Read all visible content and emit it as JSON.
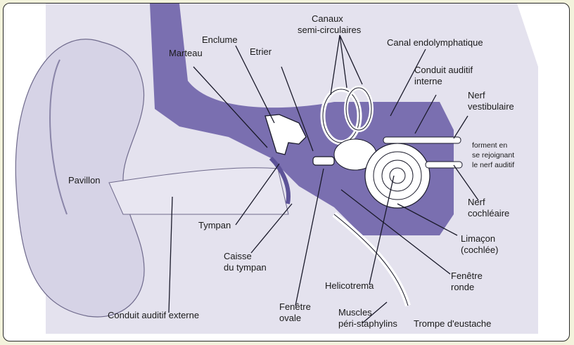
{
  "diagram": {
    "labels": {
      "pavillon": "Pavillon",
      "marteau": "Marteau",
      "enclume": "Enclume",
      "etrier": "Etrier",
      "canaux_1": "Canaux",
      "canaux_2": "semi-circulaires",
      "canal_endo": "Canal endolymphatique",
      "conduit_int_1": "Conduit auditif",
      "conduit_int_2": "interne",
      "nerf_vest_1": "Nerf",
      "nerf_vest_2": "vestibulaire",
      "forment_1": "forment en",
      "forment_2": "se rejoignant",
      "forment_3": "le nerf auditif",
      "nerf_coch_1": "Nerf",
      "nerf_coch_2": "cochléaire",
      "limacon_1": "Limaçon",
      "limacon_2": "(cochlée)",
      "fenetre_ronde_1": "Fenêtre",
      "fenetre_ronde_2": "ronde",
      "tympan": "Tympan",
      "caisse_1": "Caisse",
      "caisse_2": "du tympan",
      "helicotrema": "Helicotrema",
      "fenetre_ovale_1": "Fenêtre",
      "fenetre_ovale_2": "ovale",
      "muscles_1": "Muscles",
      "muscles_2": "péri-staphylins",
      "trompe": "Trompe d'eustache",
      "conduit_ext": "Conduit auditif externe"
    },
    "colors": {
      "tissue": "#d9d6e8",
      "bone": "#7a6fb0",
      "line": "#1a1a2a",
      "background": "#f3f3dc"
    }
  }
}
